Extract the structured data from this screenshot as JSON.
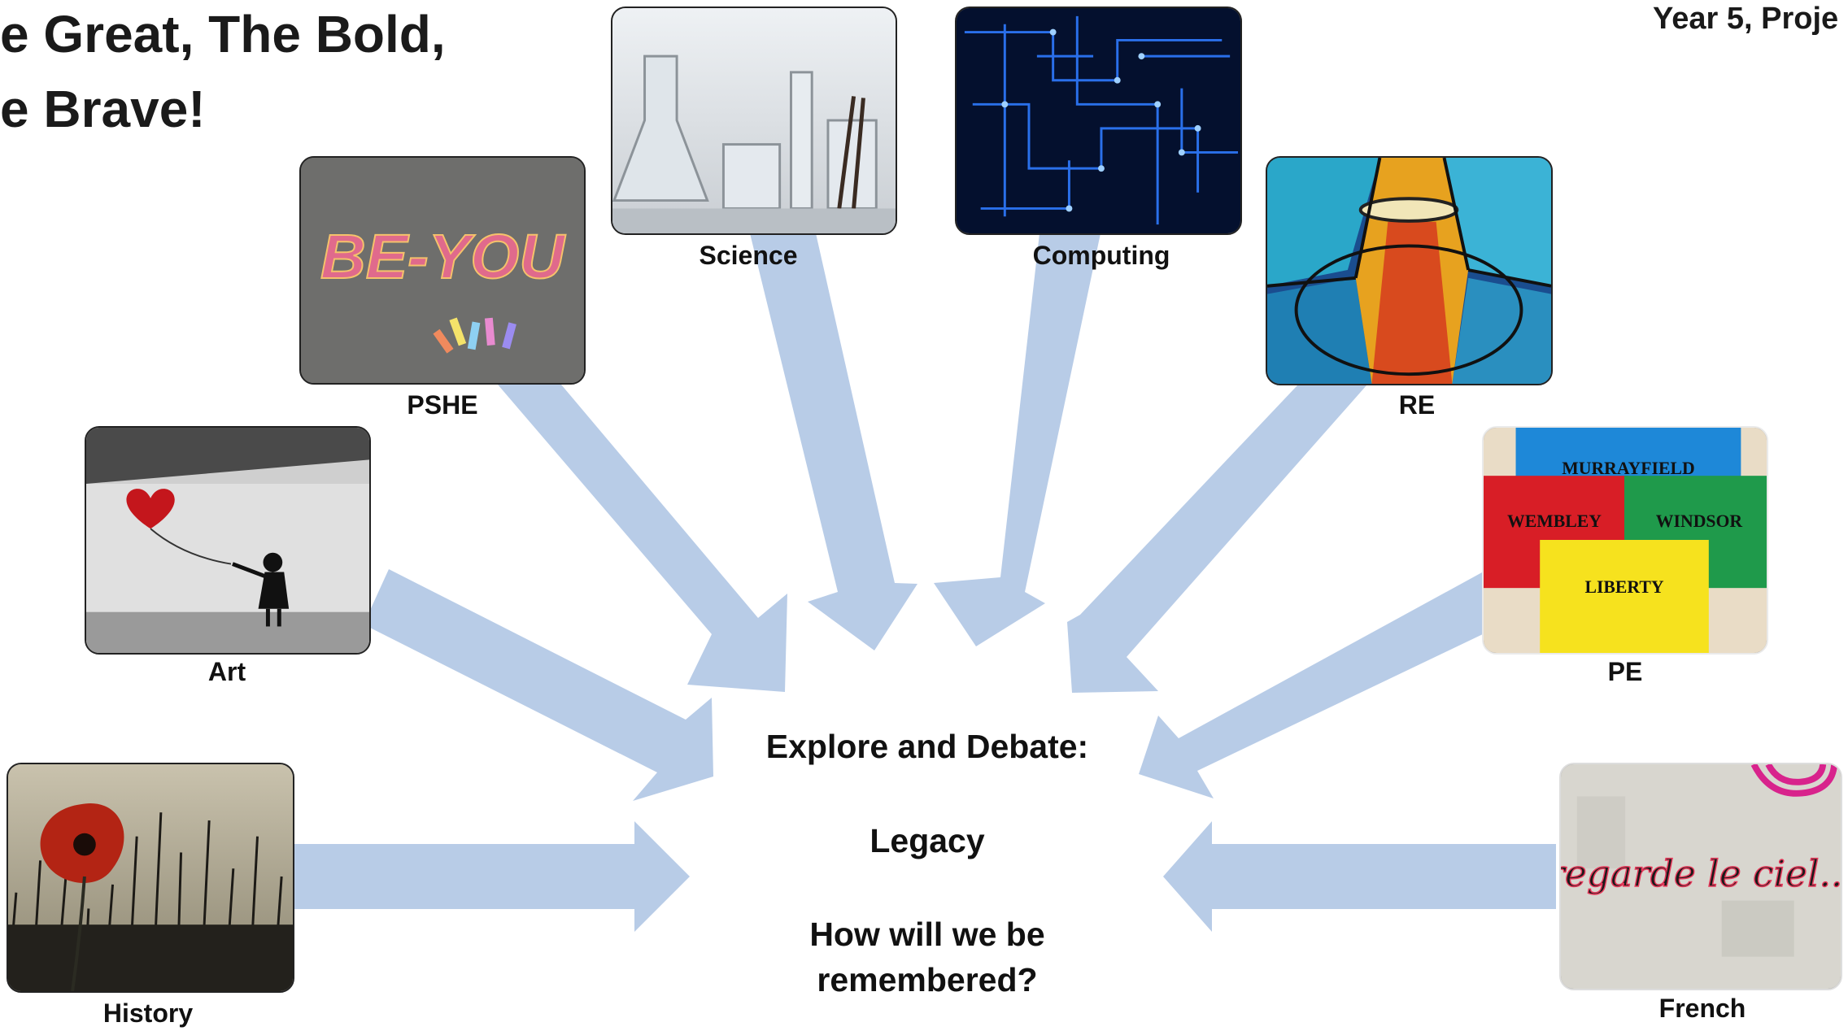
{
  "header": {
    "title_line1": "e Great, The Bold,",
    "title_line2": "e Brave!",
    "year": "Year 5, Proje"
  },
  "subjects": {
    "science": "Science",
    "computing": "Computing",
    "pshe": "PSHE",
    "re": "RE",
    "art": "Art",
    "pe": "PE",
    "history": "History",
    "french": "French"
  },
  "image_text": {
    "pshe": "BE-YOU",
    "pe_shirts": [
      "MURRAYFIELD",
      "WEMBLEY",
      "WINDSOR",
      "LIBERTY"
    ],
    "french": "regarde le ciel..."
  },
  "center": {
    "line1": "Explore and Debate:",
    "line2": "Legacy",
    "line3a": "How will we be",
    "line3b": "remembered?"
  },
  "colors": {
    "arrow": "#b8cce7"
  }
}
